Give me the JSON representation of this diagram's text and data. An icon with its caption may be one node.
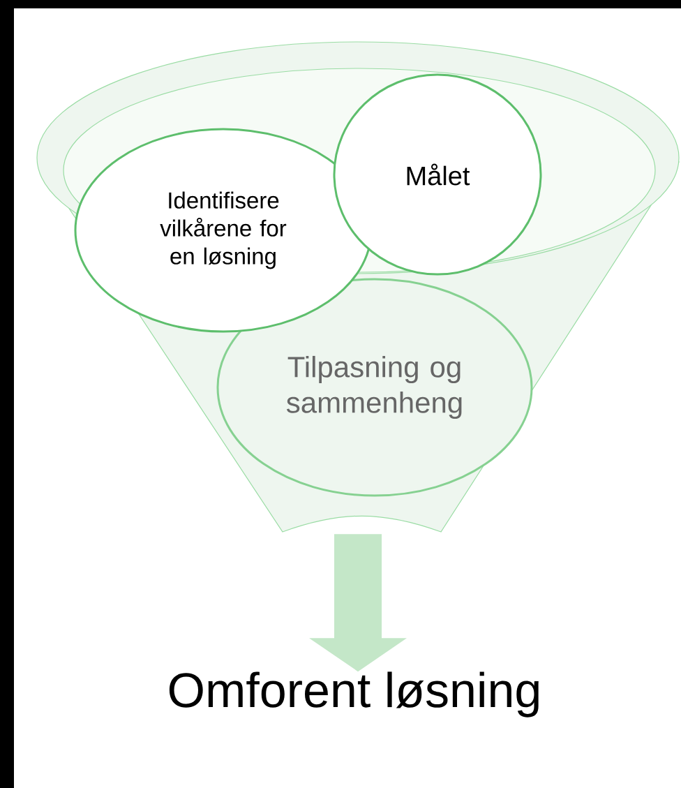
{
  "diagram": {
    "nodes": [
      {
        "text": [],
        "shape": "funnel"
      },
      {
        "text": [
          "Identifisere vilkårene for en løsning"
        ]
      },
      {
        "text": [
          "Målet"
        ]
      },
      {
        "text": [
          "Tilpasning og sammenheng"
        ],
        "in": 0
      },
      {
        "text": [
          "Omforent løsning"
        ]
      }
    ],
    "edges": [
      {
        "from": 0,
        "to": 4,
        "arrow": "to",
        "style": "thick"
      }
    ]
  }
}
